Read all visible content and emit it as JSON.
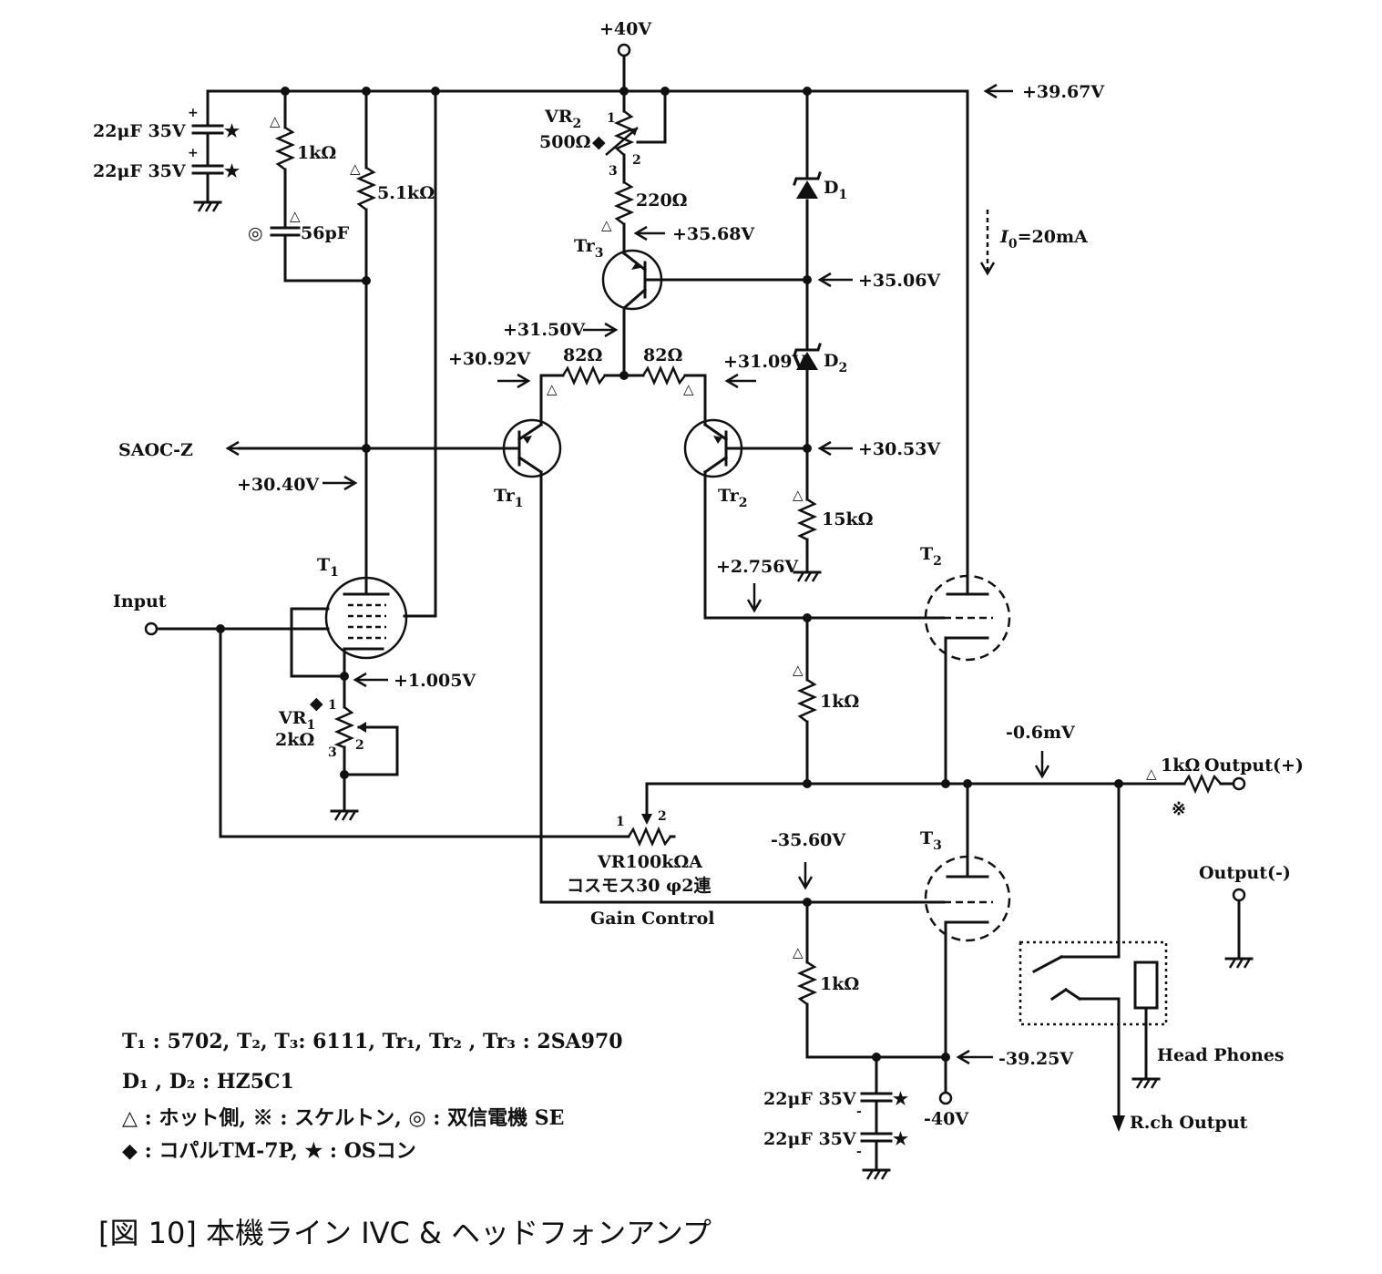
{
  "supply": {
    "v_plus40": "+40V",
    "v_minus40": "-40V"
  },
  "voltages": {
    "rail_top": "+39.67V",
    "tr3_emitter": "+35.68V",
    "tr3_base": "+35.06V",
    "tr3_collector": "+31.50V",
    "tr1_emitter": "+30.92V",
    "tr2_emitter": "+31.09V",
    "tr2_base": "+30.53V",
    "t1_plate": "+30.40V",
    "t1_cathode": "+1.005V",
    "tr2_collector": "+2.756V",
    "output_offset": "-0.6mV",
    "t3_grid": "-35.60V",
    "t3_cathode": "-39.25V",
    "idle_current": "=20mA",
    "idle_current_symbol": "I",
    "idle_current_sub": "0"
  },
  "components": {
    "c_top_1": "22μF 35V",
    "c_top_2": "22μF 35V",
    "c_bot_1": "22μF 35V",
    "c_bot_2": "22μF 35V",
    "r_1k_top": "1kΩ",
    "c_56p": "56pF",
    "r_5k1": "5.1kΩ",
    "vr2_name": "VR",
    "vr2_sub": "2",
    "vr2_value": "500Ω",
    "r_220": "220Ω",
    "tr3_name": "Tr",
    "tr3_sub": "3",
    "r_82_left": "82Ω",
    "r_82_right": "82Ω",
    "d1_name": "D",
    "d1_sub": "1",
    "d2_name": "D",
    "d2_sub": "2",
    "tr1_name": "Tr",
    "tr1_sub": "1",
    "tr2_name": "Tr",
    "tr2_sub": "2",
    "r_15k": "15kΩ",
    "t1_name": "T",
    "t1_sub": "1",
    "t2_name": "T",
    "t2_sub": "2",
    "t3_name": "T",
    "t3_sub": "3",
    "vr1_name": "VR",
    "vr1_sub": "1",
    "vr1_value": "2kΩ",
    "r_1k_mid": "1kΩ",
    "r_1k_low": "1kΩ",
    "r_1k_out": "1kΩ",
    "gain_vr": "VR100kΩA",
    "gain_vr_part": "コスモス30 φ2連",
    "gain_label": "Gain Control",
    "pin1": "1",
    "pin2": "2",
    "pin3": "3"
  },
  "io": {
    "input": "Input",
    "saoc": "SAOC-Z",
    "out_plus": "Output(+)",
    "out_minus": "Output(-)",
    "headphones": "Head Phones",
    "rch_output": "R.ch Output"
  },
  "symbols": {
    "hot": "△",
    "skeleton": "※",
    "oscon": "★",
    "copal": "◆",
    "souken": "◎"
  },
  "notes": {
    "line1": "T₁ : 5702, T₂, T₃: 6111, Tr₁, Tr₂ , Tr₃ : 2SA970",
    "line2": "D₁ , D₂ : HZ5C1",
    "line3": "△ : ホット側, ※ : スケルトン, ◎ : 双信電機 SE",
    "line4": "◆ : コパルTM-7P, ★ : OSコン"
  },
  "caption": "[図 10]  本機ライン IVC & ヘッドフォンアンプ"
}
